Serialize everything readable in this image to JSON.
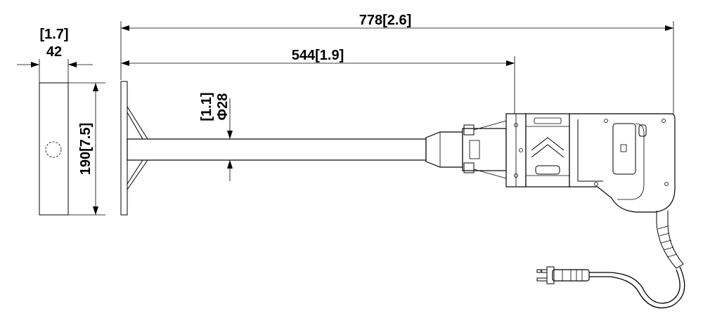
{
  "dimensions": {
    "overall_length": "778[2.6]",
    "shaft_length": "544[1.9]",
    "shaft_diameter_in": "[1.1]",
    "shaft_diameter_mm": "Φ28",
    "paddle_width_in": "[1.7]",
    "paddle_width_mm": "42",
    "paddle_height": "190[7.5]"
  },
  "colors": {
    "line": "#000000",
    "background": "#ffffff"
  }
}
